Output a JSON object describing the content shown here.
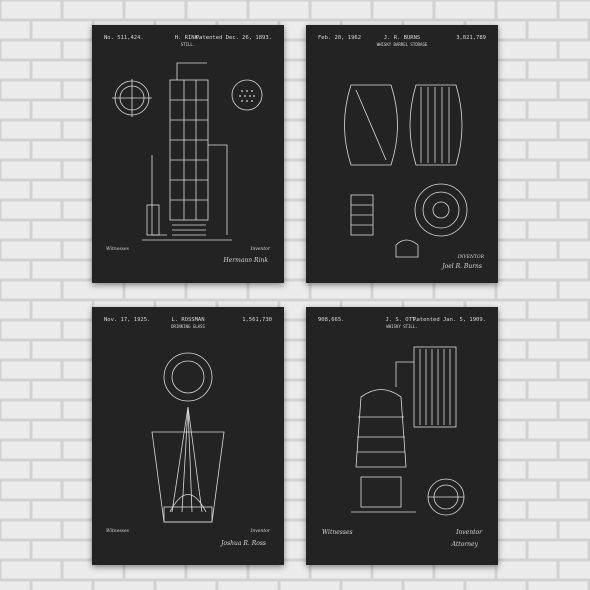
{
  "scene": {
    "wall_color": "#ececec",
    "mortar_color": "#d2d2d2",
    "poster_bg": "#222322",
    "line_color": "#dcdcdc",
    "posters": [
      {
        "number": "No. 511,424.",
        "inventor": "H. RINK.",
        "subject": "STILL.",
        "date": "Patented Dec. 26, 1893.",
        "witnesses_label": "Witnesses",
        "inventor_label": "Inventor",
        "signature": "Hermann Rink"
      },
      {
        "number": "Feb. 20, 1962",
        "inventor": "J. R. BURNS",
        "subject": "WHISKY BARREL STORAGE",
        "date": "3,021,789",
        "witnesses_label": "",
        "inventor_label": "INVENTOR",
        "signature": "Joel R. Burns"
      },
      {
        "number": "Nov. 17, 1925.",
        "inventor": "L. ROSSMAN",
        "subject": "DRINKING GLASS",
        "date": "1,561,730",
        "witnesses_label": "Witnesses",
        "inventor_label": "Inventor",
        "signature": "Joshua R. Ross"
      },
      {
        "number": "908,665.",
        "inventor": "J. S. OTT.",
        "subject": "WHISKY STILL.",
        "date": "Patented Jan. 5, 1909.",
        "witnesses_label": "Witnesses",
        "inventor_label": "Inventor",
        "signature": "Attorney"
      }
    ]
  }
}
